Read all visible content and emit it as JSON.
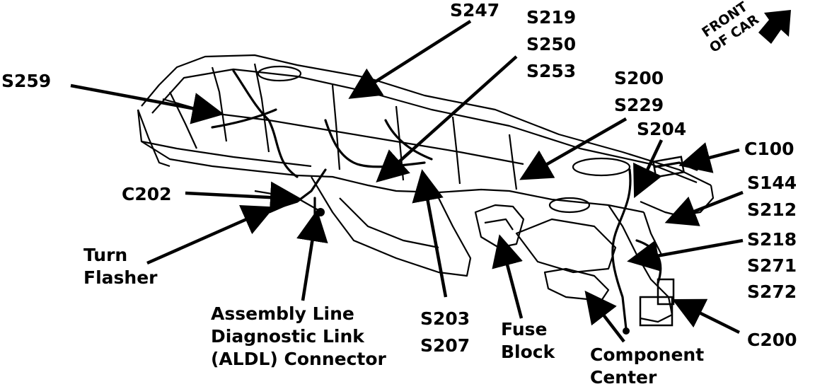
{
  "labels": {
    "s259": "S259",
    "s247": "S247",
    "s219_group": [
      "S219",
      "S250",
      "S253"
    ],
    "s200_group": [
      "S200",
      "S229"
    ],
    "s204": "S204",
    "c100": "C100",
    "s144_group": [
      "S144",
      "S212"
    ],
    "s218_group": [
      "S218",
      "S271",
      "S272"
    ],
    "c200": "C200",
    "c202": "C202",
    "turn_flasher": [
      "Turn",
      "Flasher"
    ],
    "aldl": [
      "Assembly Line",
      "Diagnostic Link",
      "(ALDL) Connector"
    ],
    "s203_group": [
      "S203",
      "S207"
    ],
    "fuse_block": [
      "Fuse",
      "Block"
    ],
    "component_center": [
      "Component",
      "Center"
    ],
    "front_of_car": [
      "FRONT",
      "OF CAR"
    ]
  },
  "colors": {
    "ink": "#000000",
    "background": "#ffffff"
  }
}
